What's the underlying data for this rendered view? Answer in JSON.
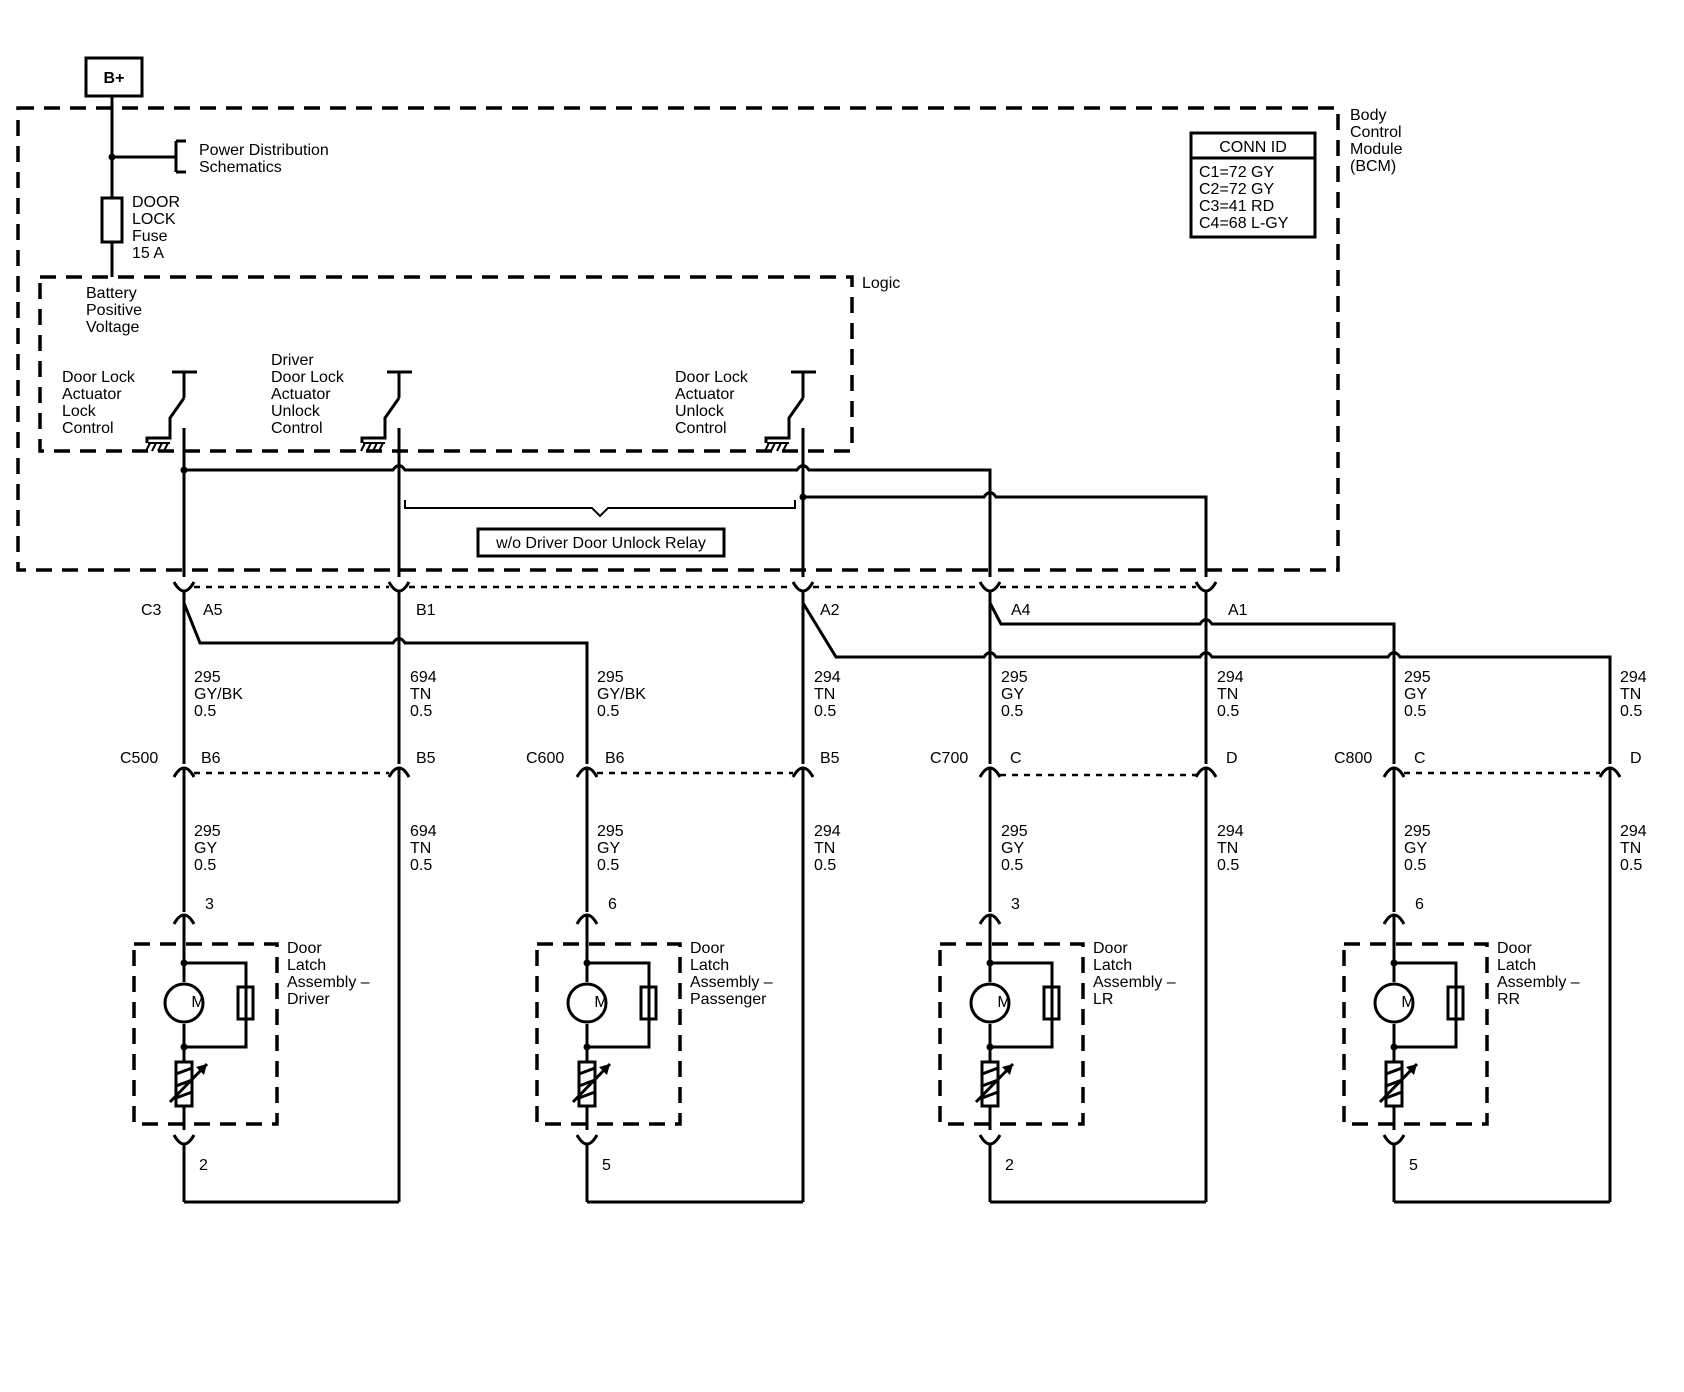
{
  "power": {
    "source": "B+",
    "distribution": [
      "Power Distribution",
      "Schematics"
    ],
    "fuse": [
      "DOOR",
      "LOCK",
      "Fuse",
      "15 A"
    ]
  },
  "bcm": {
    "name": [
      "Body",
      "Control",
      "Module",
      "(BCM)"
    ],
    "conn_header": "CONN ID",
    "conn_ids": [
      "C1=72 GY",
      "C2=72 GY",
      "C3=41 RD",
      "C4=68 L-GY"
    ],
    "logic_label": "Logic",
    "battery": [
      "Battery",
      "Positive",
      "Voltage"
    ],
    "controls": {
      "lock": [
        "Door Lock",
        "Actuator",
        "Lock",
        "Control"
      ],
      "driver_unlock": [
        "Driver",
        "Door Lock",
        "Actuator",
        "Unlock",
        "Control"
      ],
      "unlock": [
        "Door Lock",
        "Actuator",
        "Unlock",
        "Control"
      ]
    },
    "option_note": "w/o Driver Door Unlock Relay"
  },
  "bcm_connector": {
    "name": "C3",
    "pins": [
      "A5",
      "B1",
      "A2",
      "A4",
      "A1"
    ]
  },
  "upper_wires": [
    [
      "295",
      "GY/BK",
      "0.5"
    ],
    [
      "694",
      "TN",
      "0.5"
    ],
    [
      "295",
      "GY/BK",
      "0.5"
    ],
    [
      "294",
      "TN",
      "0.5"
    ],
    [
      "295",
      "GY",
      "0.5"
    ],
    [
      "294",
      "TN",
      "0.5"
    ],
    [
      "295",
      "GY",
      "0.5"
    ],
    [
      "294",
      "TN",
      "0.5"
    ]
  ],
  "inline_connectors": [
    {
      "name": "C500",
      "pins": [
        "B6",
        "B5"
      ]
    },
    {
      "name": "C600",
      "pins": [
        "B6",
        "B5"
      ]
    },
    {
      "name": "C700",
      "pins": [
        "C",
        "D"
      ]
    },
    {
      "name": "C800",
      "pins": [
        "C",
        "D"
      ]
    }
  ],
  "lower_wires": [
    [
      "295",
      "GY",
      "0.5"
    ],
    [
      "694",
      "TN",
      "0.5"
    ],
    [
      "295",
      "GY",
      "0.5"
    ],
    [
      "294",
      "TN",
      "0.5"
    ],
    [
      "295",
      "GY",
      "0.5"
    ],
    [
      "294",
      "TN",
      "0.5"
    ],
    [
      "295",
      "GY",
      "0.5"
    ],
    [
      "294",
      "TN",
      "0.5"
    ]
  ],
  "latches": [
    {
      "name": [
        "Door",
        "Latch",
        "Assembly –",
        "Driver"
      ],
      "pin_top": "3",
      "pin_bottom": "2",
      "motor": "M"
    },
    {
      "name": [
        "Door",
        "Latch",
        "Assembly –",
        "Passenger"
      ],
      "pin_top": "6",
      "pin_bottom": "5",
      "motor": "M"
    },
    {
      "name": [
        "Door",
        "Latch",
        "Assembly –",
        "LR"
      ],
      "pin_top": "3",
      "pin_bottom": "2",
      "motor": "M"
    },
    {
      "name": [
        "Door",
        "Latch",
        "Assembly –",
        "RR"
      ],
      "pin_top": "6",
      "pin_bottom": "5",
      "motor": "M"
    }
  ]
}
